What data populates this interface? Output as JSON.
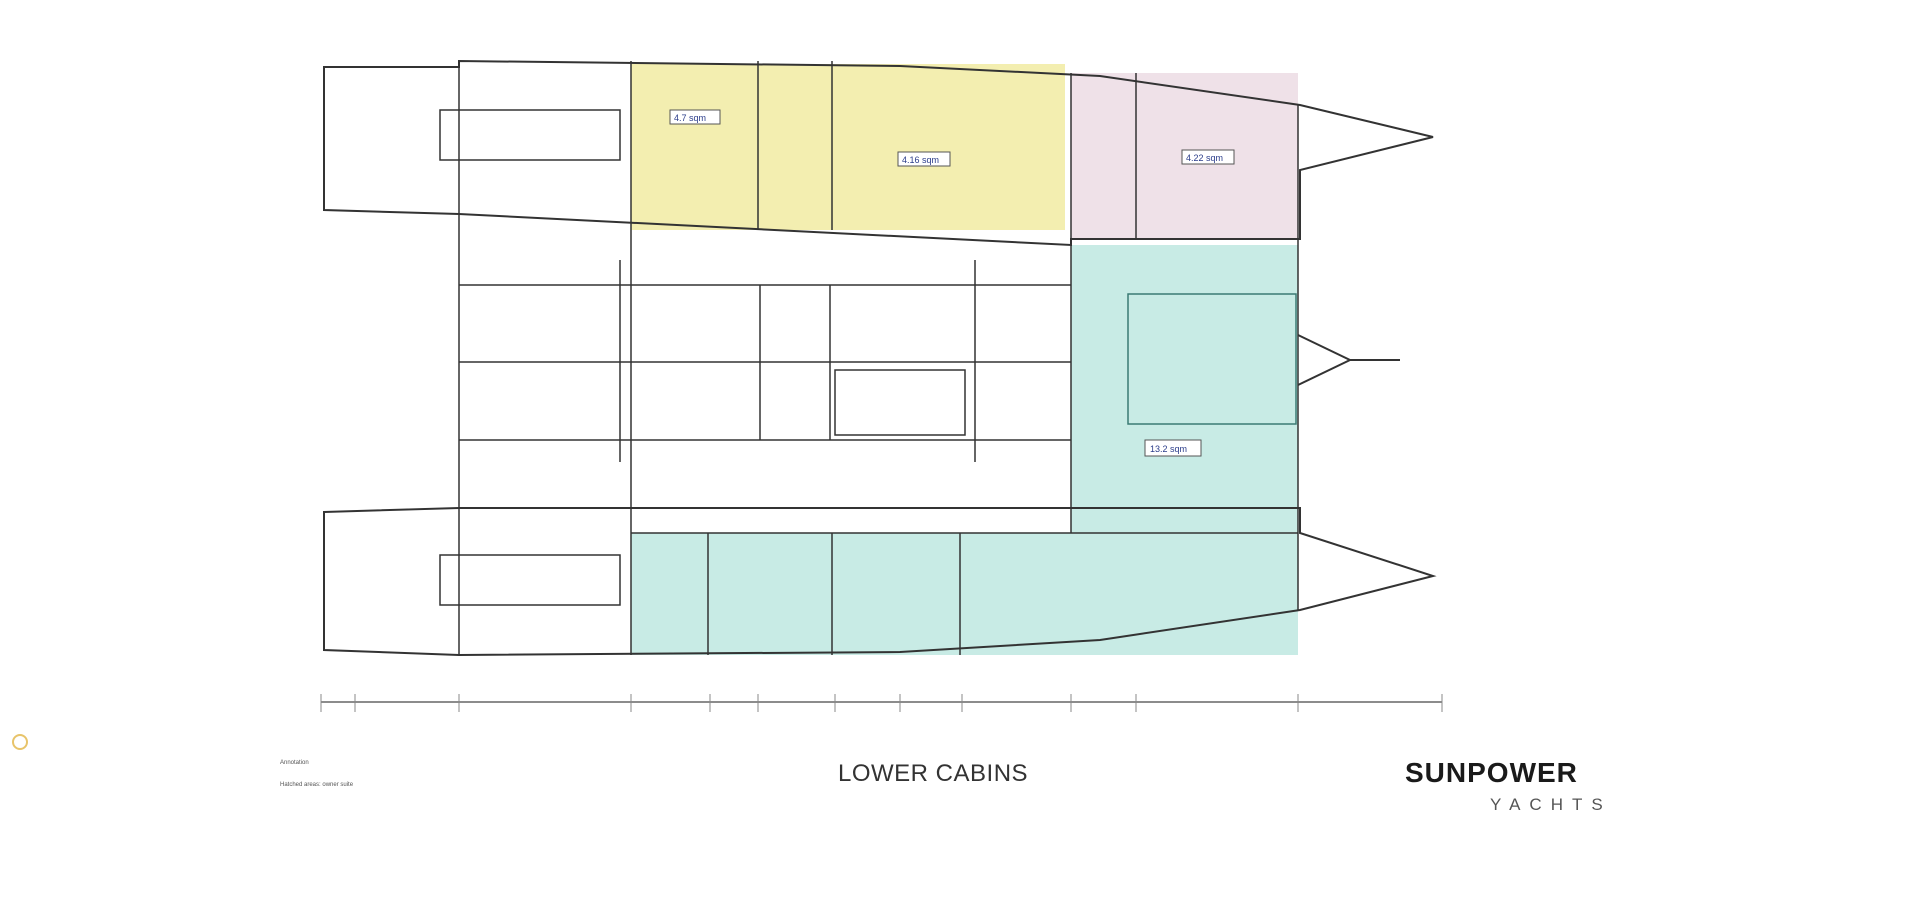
{
  "drawing": {
    "title": "LOWER CABINS",
    "brand": {
      "name": "SUNPOWER",
      "subtitle": "YACHTS"
    },
    "areas": [
      {
        "zone": "aft-port-cabin",
        "label": "4.7 sqm"
      },
      {
        "zone": "mid-port-cabin",
        "label": "4.16 sqm"
      },
      {
        "zone": "forward-port-cabin",
        "label": "4.22 sqm"
      },
      {
        "zone": "owner-suite",
        "label": "13.2 sqm"
      }
    ],
    "notes": [
      "Annotation",
      "Hatched areas: owner suite"
    ],
    "colors": {
      "guest_zone": "#f3eeb0",
      "forward_guest_zone": "#efe1e8",
      "owner_zone": "#c8ebe5",
      "lines": "#333333"
    }
  }
}
